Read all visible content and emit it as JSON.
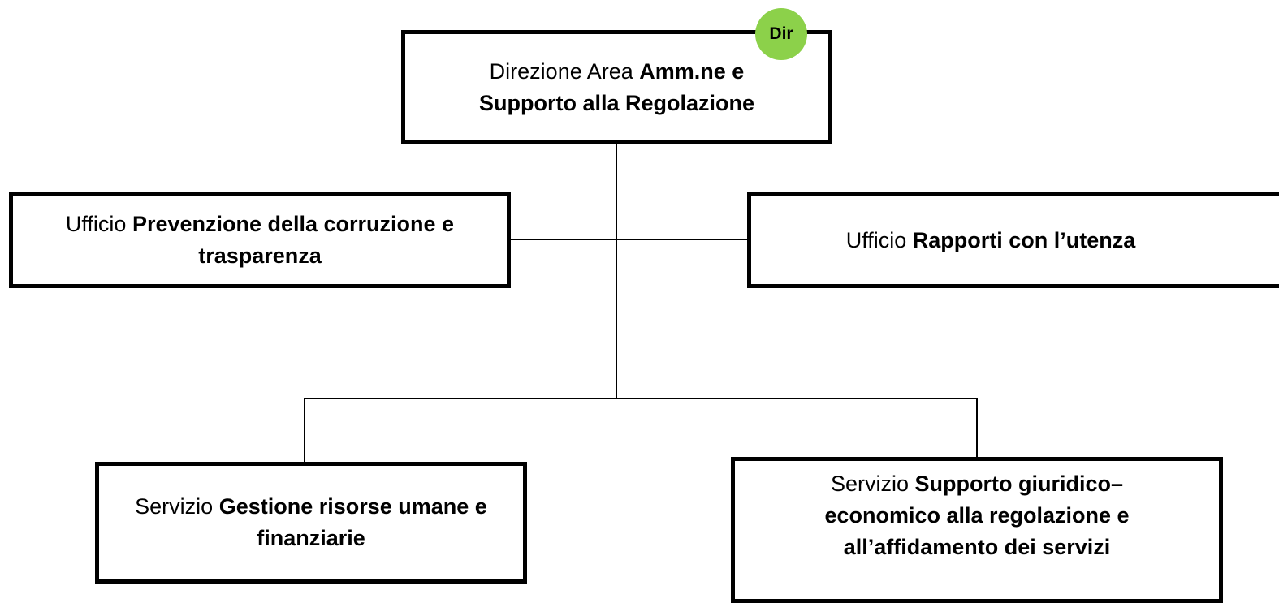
{
  "direzione": {
    "prefix": "Direzione Area ",
    "bold": "Amm.ne e Supporto alla Regolazione",
    "badge": "Dir"
  },
  "uffici": {
    "prevenzione": {
      "prefix": "Ufficio ",
      "bold": "Prevenzione della corruzione e trasparenza"
    },
    "rapporti": {
      "prefix": "Ufficio ",
      "bold": "Rapporti con l’utenza"
    }
  },
  "servizi": {
    "risorse": {
      "prefix": "Servizio ",
      "bold": "Gestione risorse umane e finanziarie"
    },
    "giuridico": {
      "prefix": "Servizio ",
      "bold": "Supporto giuridico– economico alla regolazione e all’affidamento dei servizi"
    }
  },
  "colors": {
    "badge": "#8cd14a",
    "border": "#000000"
  }
}
